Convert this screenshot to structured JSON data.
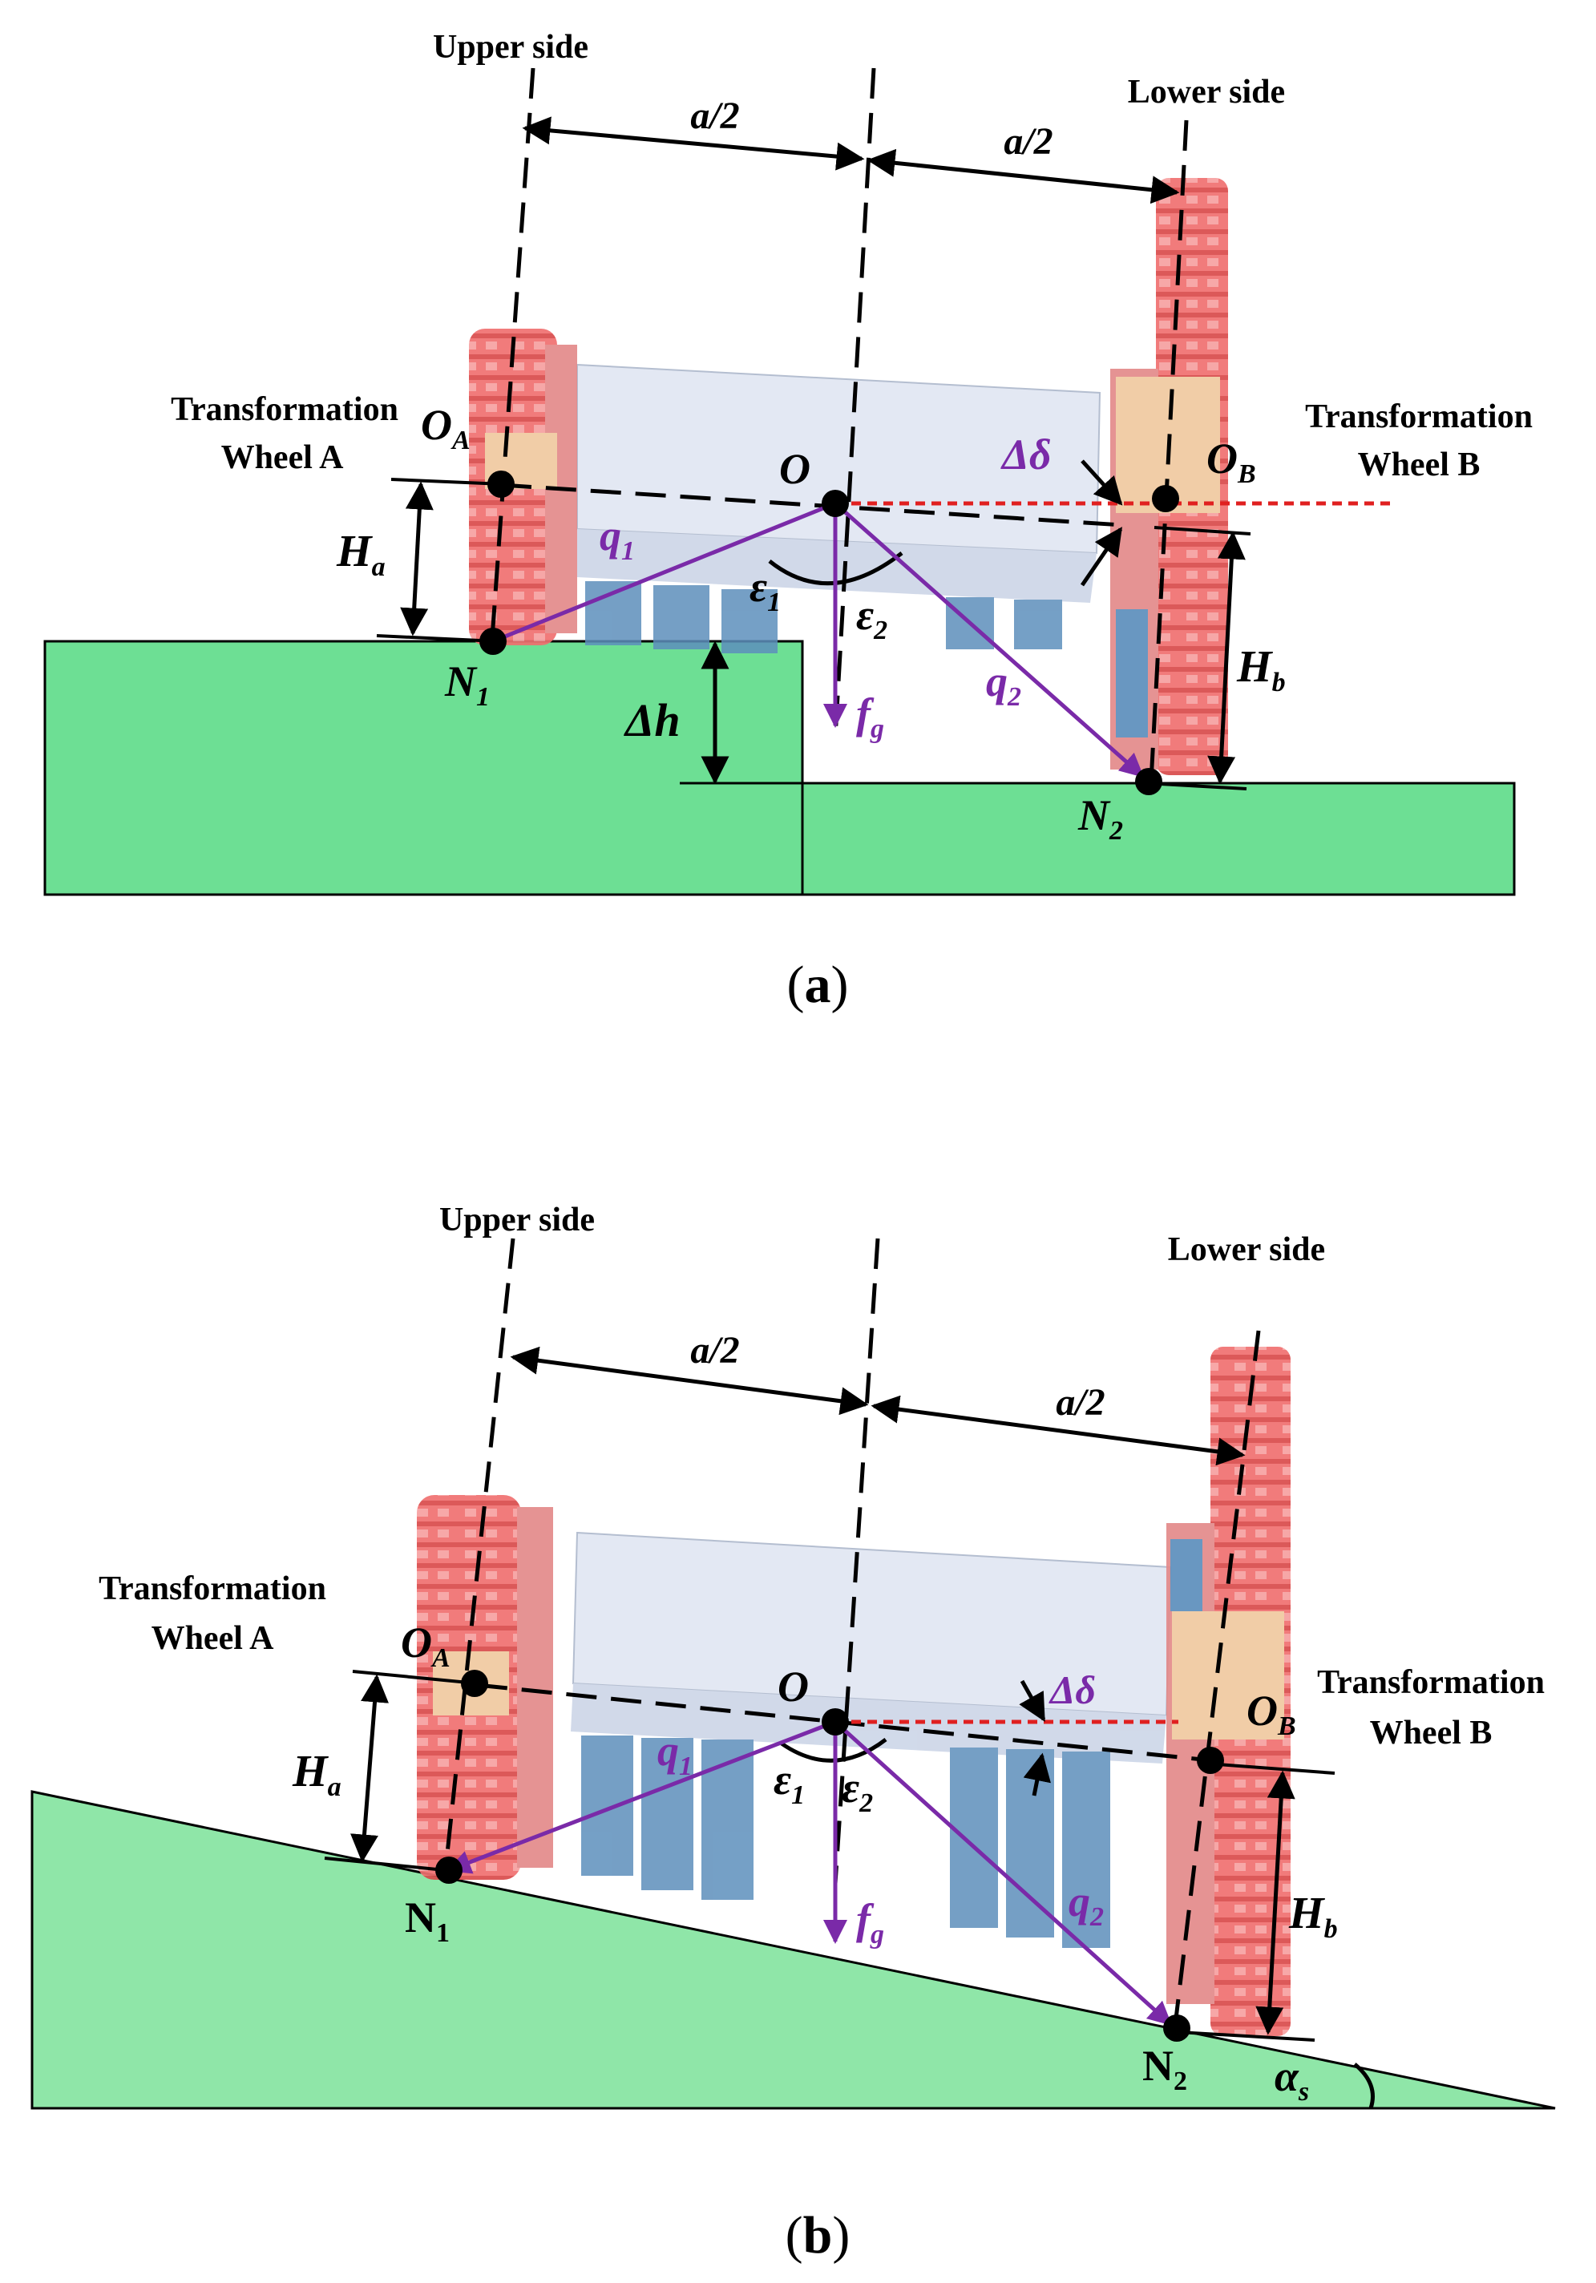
{
  "colors": {
    "ground_fill": "#6ddf94",
    "ground_fill_b": "#8fe6a8",
    "wheel_red": "#f07070",
    "wheel_dark": "#d94b4b",
    "wheel_beige": "#f0c9a0",
    "body_top": "#dfe5f1",
    "body_side": "#c9d3e6",
    "box_blue": "#5d8fbc",
    "vector_purple": "#7a2aa8",
    "ref_line_red": "#e02020",
    "line_black": "#000000"
  },
  "panel_a": {
    "caption_open": "(",
    "caption_letter": "a",
    "caption_close": ")",
    "upper_side": "Upper side",
    "lower_side": "Lower side",
    "half_a_left": "a/2",
    "half_a_right": "a/2",
    "wheel_a_line1": "Transformation",
    "wheel_a_line2": "Wheel A",
    "wheel_b_line1": "Transformation",
    "wheel_b_line2": "Wheel B",
    "oa_main": "O",
    "oa_sub": "A",
    "ob_main": "O",
    "ob_sub": "B",
    "o_label": "O",
    "delta_delta": "Δδ",
    "ha_main": "H",
    "ha_sub": "a",
    "hb_main": "H",
    "hb_sub": "b",
    "q1_main": "q",
    "q1_sub": "1",
    "q2_main": "q",
    "q2_sub": "2",
    "eps1_main": "ε",
    "eps1_sub": "1",
    "eps2_main": "ε",
    "eps2_sub": "2",
    "fg_main": "f",
    "fg_sub": "g",
    "delta_h": "Δh",
    "n1_main": "N",
    "n1_sub": "1",
    "n2_main": "N",
    "n2_sub": "2"
  },
  "panel_b": {
    "caption_open": "(",
    "caption_letter": "b",
    "caption_close": ")",
    "upper_side": "Upper side",
    "lower_side": "Lower side",
    "half_a_left": "a/2",
    "half_a_right": "a/2",
    "wheel_a_line1": "Transformation",
    "wheel_a_line2": "Wheel A",
    "wheel_b_line1": "Transformation",
    "wheel_b_line2": "Wheel B",
    "oa_main": "O",
    "oa_sub": "A",
    "ob_main": "O",
    "ob_sub": "B",
    "o_label": "O",
    "delta_delta": "Δδ",
    "ha_main": "H",
    "ha_sub": "a",
    "hb_main": "H",
    "hb_sub": "b",
    "q1_main": "q",
    "q1_sub": "1",
    "q2_main": "q",
    "q2_sub": "2",
    "eps1_main": "ε",
    "eps1_sub": "1",
    "eps2_main": "ε",
    "eps2_sub": "2",
    "fg_main": "f",
    "fg_sub": "g",
    "n1_main": "N",
    "n1_sub": "1",
    "n2_main": "N",
    "n2_sub": "2",
    "alpha_main": "α",
    "alpha_sub": "s"
  }
}
